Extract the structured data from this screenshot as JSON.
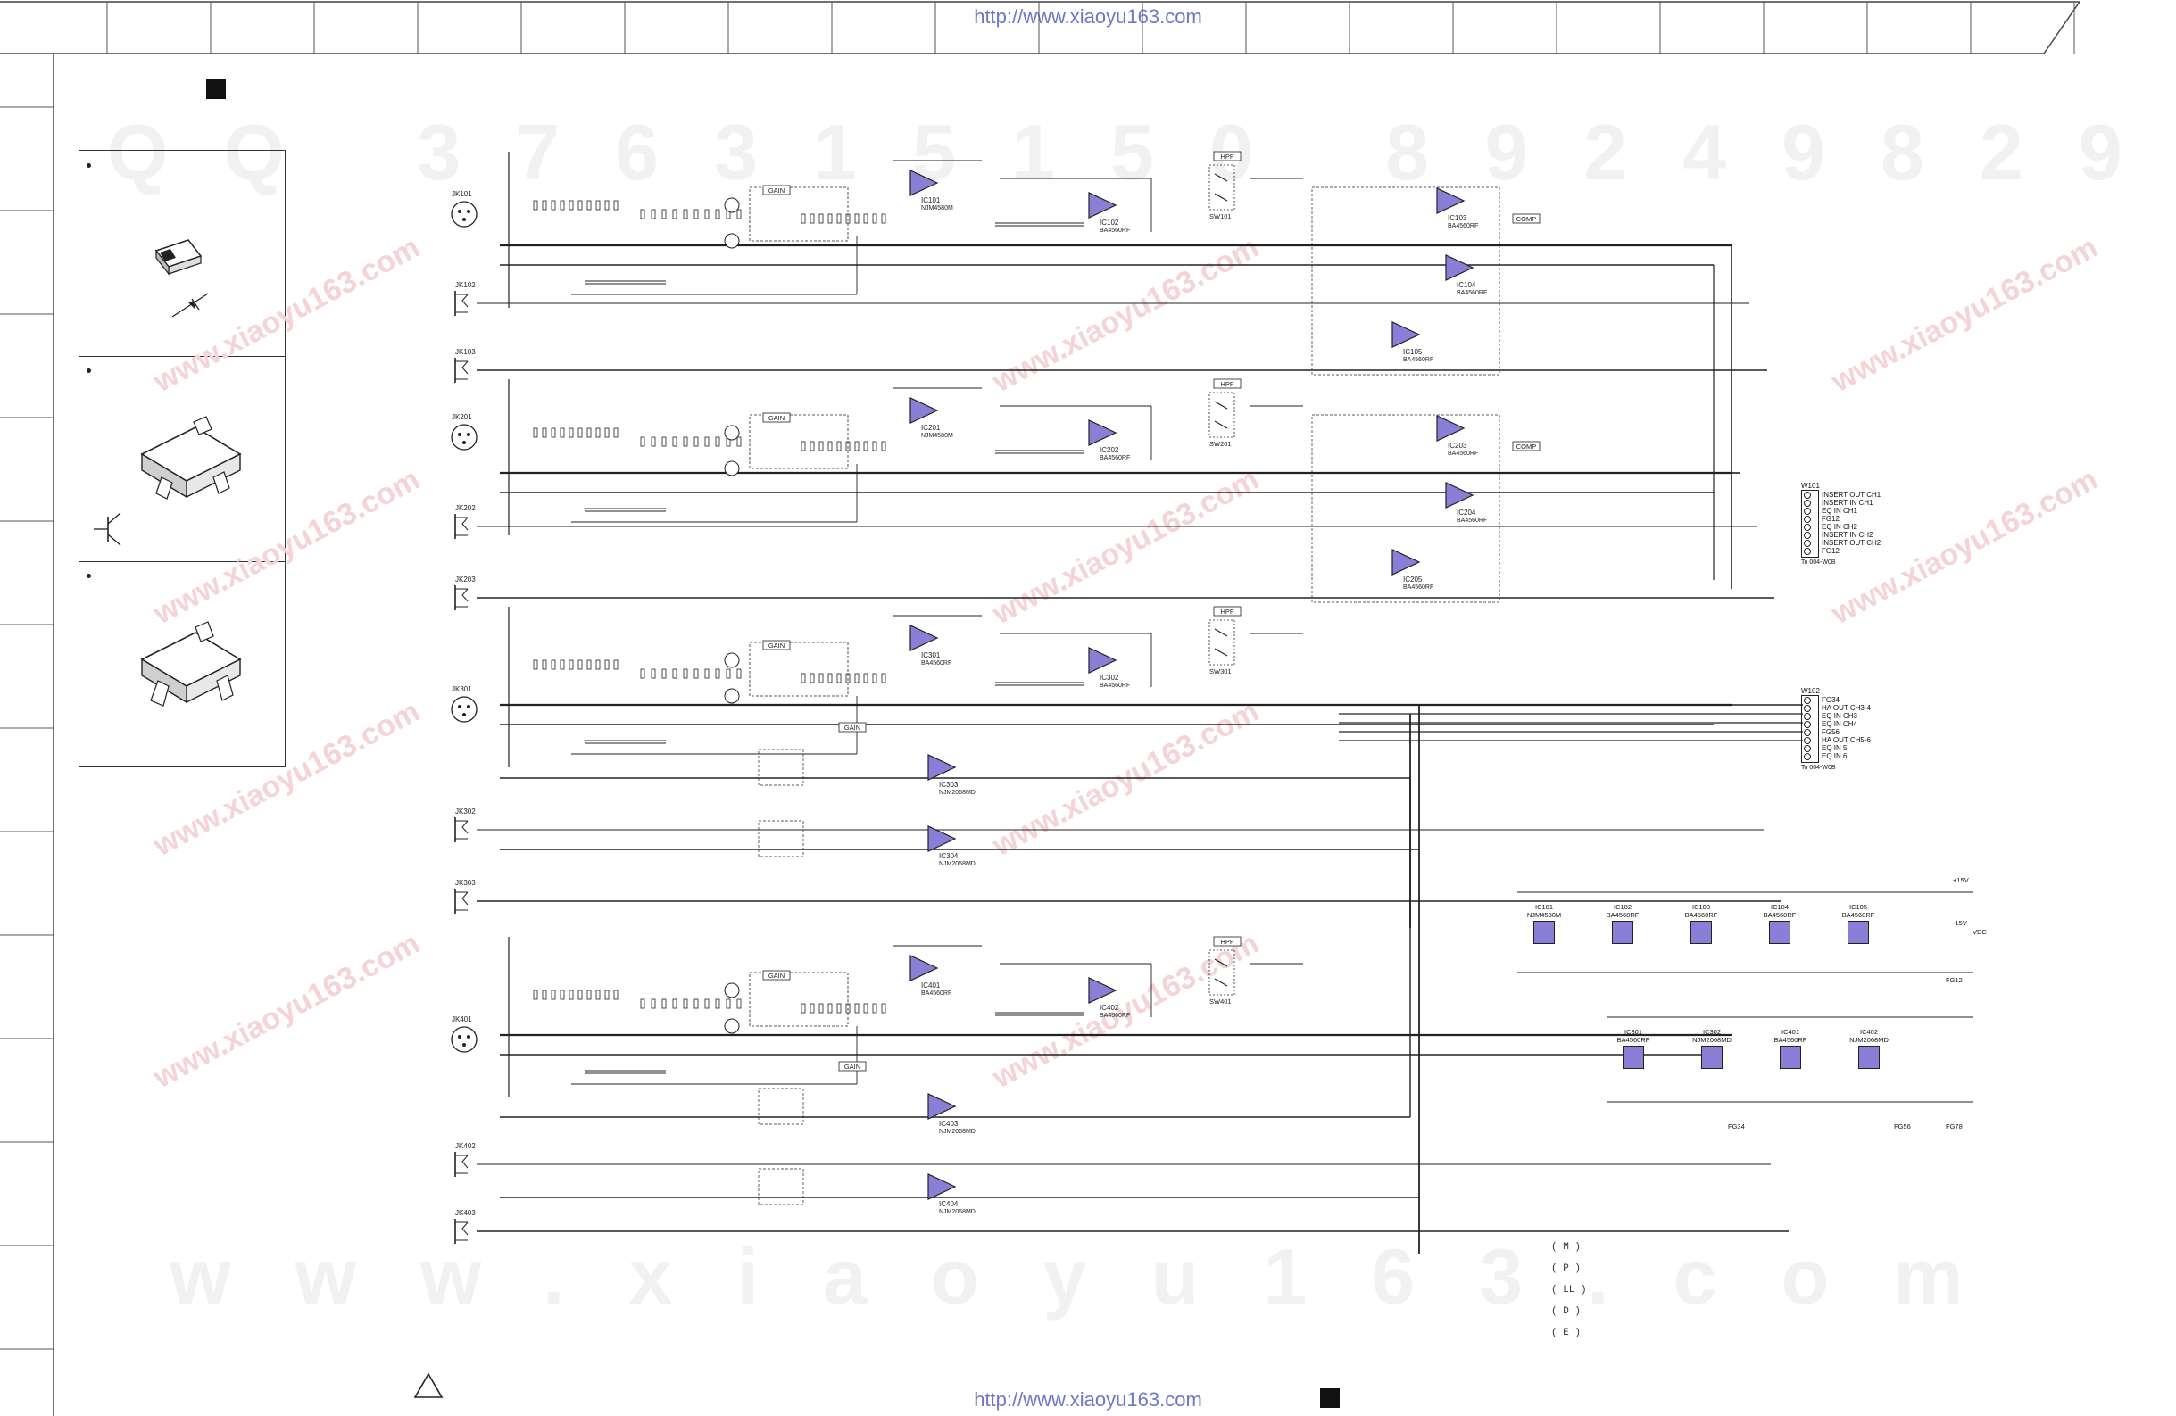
{
  "header": {
    "url_top": "http://www.xiaoyu163.com",
    "url_bottom": "http://www.xiaoyu163.com"
  },
  "watermarks": {
    "digits": "QQ 376315150 892498299",
    "site": "www.xiaoyu163.com",
    "diag": "www.xiaoyu163.com"
  },
  "colors": {
    "opamp_fill": "#8a7fd6",
    "ic_fill": "#8a7fd6",
    "wire": "#222222",
    "thin_wire": "#555555"
  },
  "channels": [
    {
      "id": "ch1",
      "jacks": [
        "JK101",
        "JK102",
        "JK103"
      ],
      "opamps": [
        "IC101",
        "IC102",
        "IC103",
        "IC104",
        "IC105"
      ],
      "ic_labels": [
        "NJM4580M",
        "BA4560RF",
        "BA4560RF",
        "BA4560RF",
        "BA4560RF"
      ],
      "tags": [
        "GAIN",
        "HPF",
        "COMP"
      ],
      "switch": "SW101"
    },
    {
      "id": "ch2",
      "jacks": [
        "JK201",
        "JK202",
        "JK203"
      ],
      "opamps": [
        "IC201",
        "IC202",
        "IC203",
        "IC204",
        "IC205"
      ],
      "ic_labels": [
        "NJM4580M",
        "BA4560RF",
        "BA4560RF",
        "BA4560RF",
        "BA4560RF"
      ],
      "tags": [
        "GAIN",
        "HPF",
        "COMP"
      ],
      "switch": "SW201"
    },
    {
      "id": "ch3",
      "jacks": [
        "JK301",
        "JK302",
        "JK303"
      ],
      "opamps": [
        "IC301",
        "IC302",
        "IC303",
        "IC304"
      ],
      "ic_labels": [
        "BA4560RF",
        "BA4560RF",
        "NJM2068MD",
        "NJM2068MD"
      ],
      "tags": [
        "HPF",
        "GAIN"
      ],
      "switch": "SW301"
    },
    {
      "id": "ch4",
      "jacks": [
        "JK401",
        "JK402",
        "JK403"
      ],
      "opamps": [
        "IC401",
        "IC402",
        "IC403",
        "IC404"
      ],
      "ic_labels": [
        "BA4560RF",
        "BA4560RF",
        "NJM2068MD",
        "NJM2068MD"
      ],
      "tags": [
        "HPF",
        "GAIN"
      ],
      "switch": "SW401"
    }
  ],
  "connectors": [
    {
      "id": "W101",
      "pins": [
        "INSERT OUT CH1",
        "INSERT IN CH1",
        "EQ IN CH1",
        "FG12",
        "EQ IN CH2",
        "INSERT IN CH2",
        "INSERT OUT CH2",
        "FG12"
      ],
      "note": "To 004-W0B"
    },
    {
      "id": "W102",
      "pins": [
        "FG34",
        "HA OUT CH3-4",
        "EQ IN CH3",
        "EQ IN CH4",
        "FG56",
        "HA OUT CH5-6",
        "EQ IN 5",
        "EQ IN 6"
      ],
      "note": "To 004-W0B"
    }
  ],
  "power_block": {
    "row1": [
      "IC101",
      "IC102",
      "IC103",
      "IC104",
      "IC105"
    ],
    "row1_types": [
      "NJM4580M",
      "BA4560RF",
      "BA4560RF",
      "BA4560RF",
      "BA4560RF"
    ],
    "row2": [
      "IC301",
      "IC302",
      "IC401",
      "IC402"
    ],
    "row2_types": [
      "BA4560RF",
      "NJM2068MD",
      "BA4560RF",
      "NJM2068MD"
    ],
    "rails": [
      "+15V",
      "-15V",
      "VDC",
      "FG12",
      "FG34",
      "FG56",
      "FG78"
    ]
  },
  "side_notes": [
    "( M )",
    "( P )",
    "( LL )",
    "( D )",
    "( E )"
  ]
}
